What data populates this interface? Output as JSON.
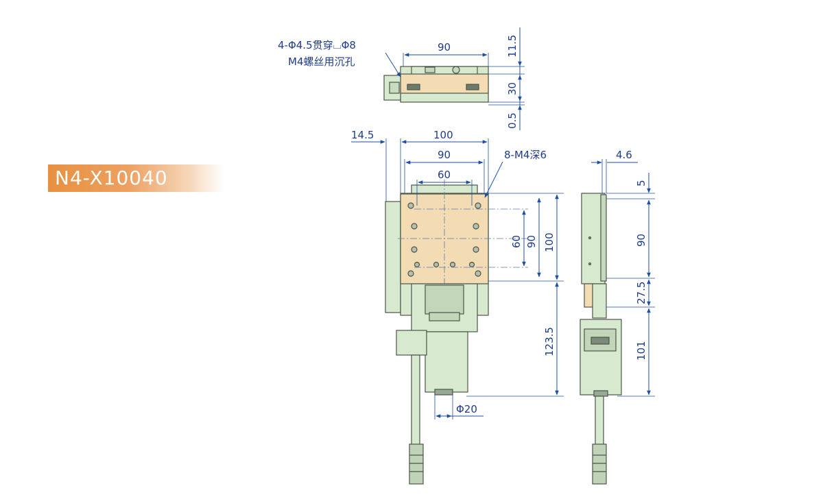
{
  "model_label": "N4-X10040",
  "callouts": {
    "through_hole": "4-Φ4.5贯穿⌴Φ8",
    "counterbore": "M4螺丝用沉孔",
    "tapped_holes": "8-M4深6"
  },
  "dims_top_view": {
    "width_90": "90",
    "height_11_5": "11.5",
    "height_30": "30",
    "height_0_5": "0.5"
  },
  "dims_front_view": {
    "offset_14_5": "14.5",
    "width_100": "100",
    "width_90": "90",
    "width_60": "60",
    "vert_60": "60",
    "vert_90": "90",
    "vert_100": "100",
    "vert_123_5": "123.5",
    "dia_20": "Φ20"
  },
  "dims_side_view": {
    "width_4_6": "4.6",
    "vert_5": "5",
    "vert_90": "90",
    "vert_27_5": "27.5",
    "vert_101": "101"
  },
  "colors": {
    "dimension": "#1f4fa0",
    "body": "#d7eacf",
    "plate": "#f3dcb4",
    "badge": "#e89040"
  }
}
